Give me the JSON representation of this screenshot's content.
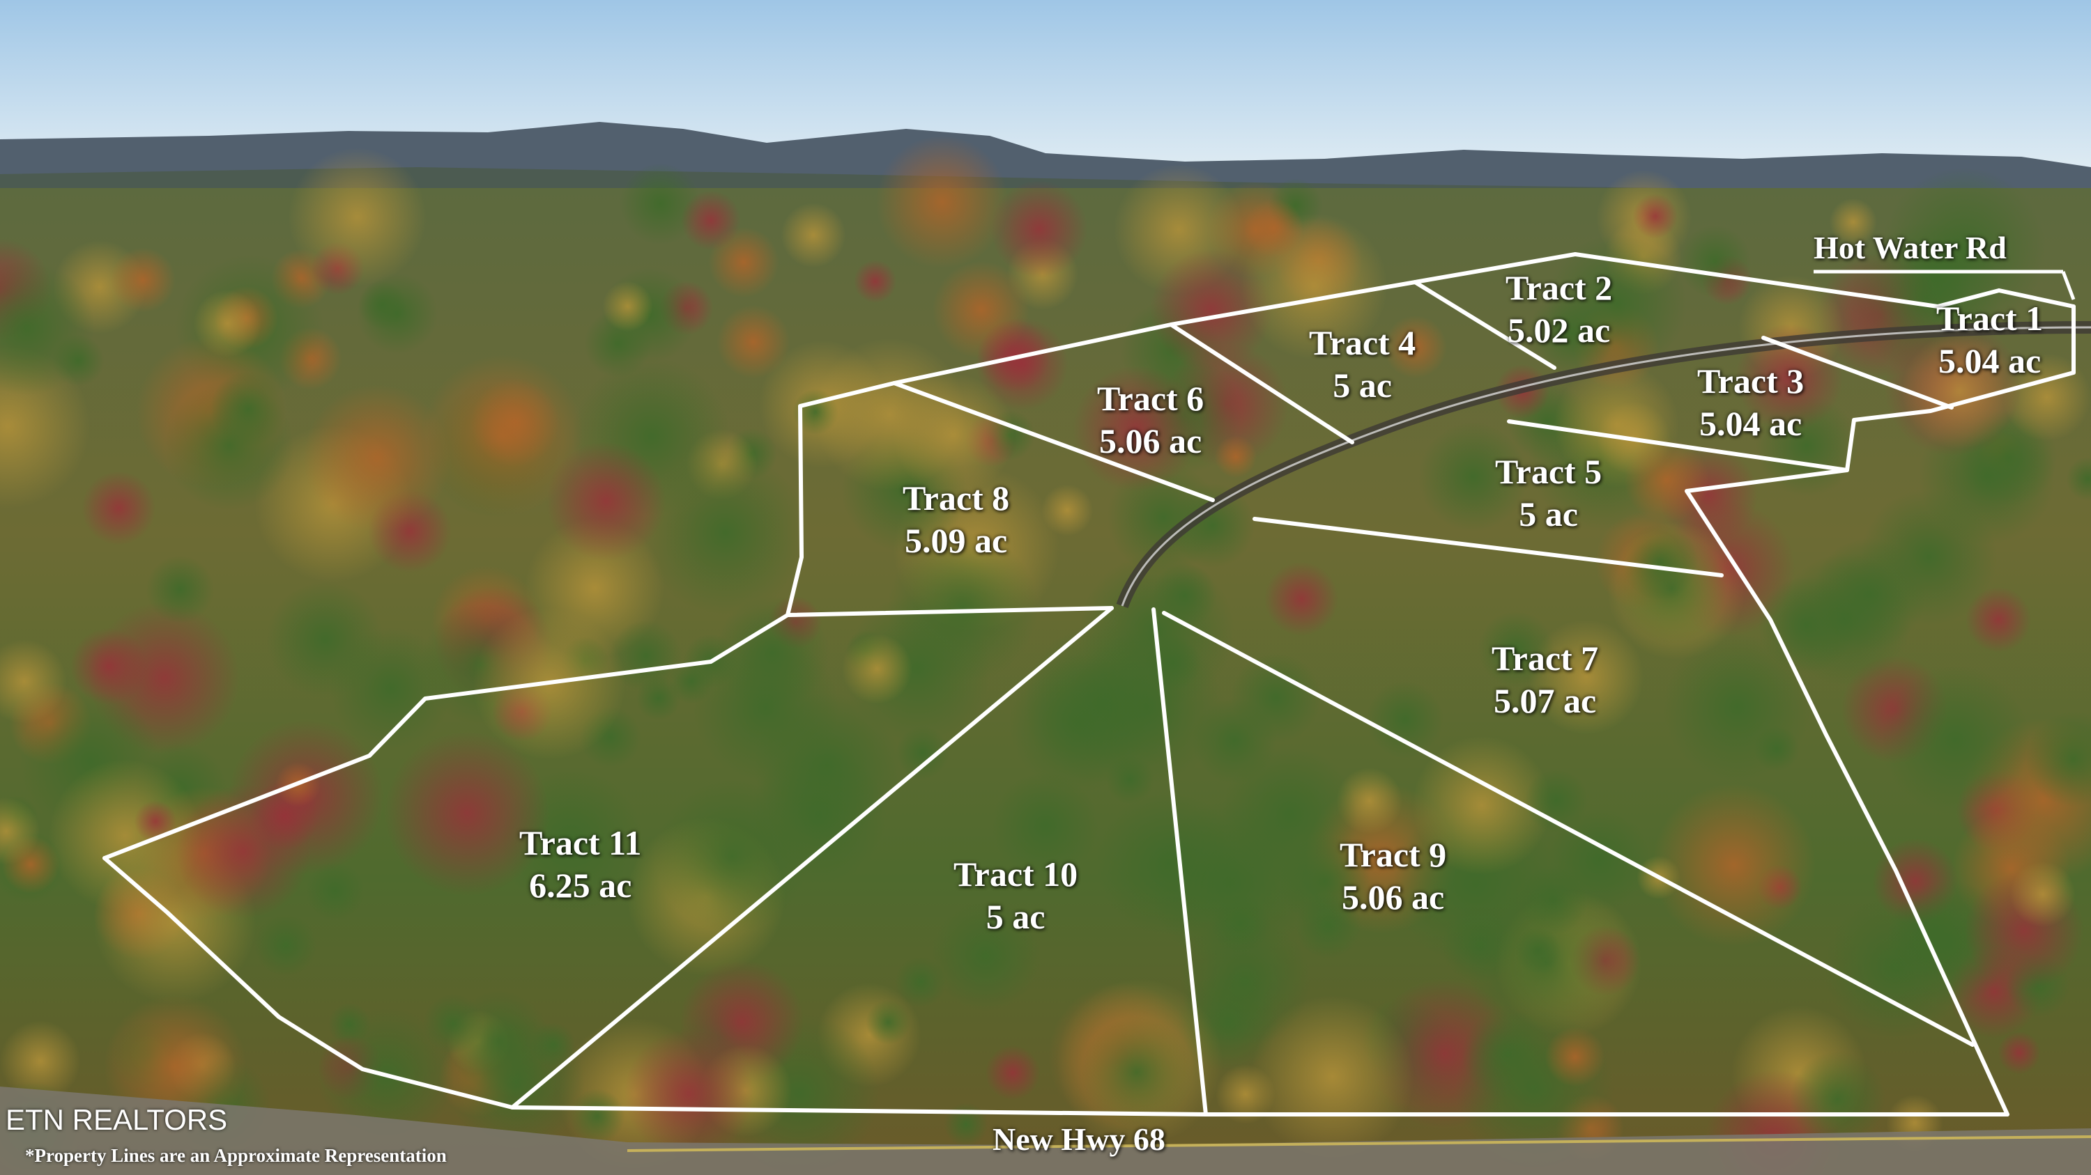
{
  "tracts": [
    {
      "name": "Tract 1",
      "area": "5.04 ac"
    },
    {
      "name": "Tract 2",
      "area": "5.02 ac"
    },
    {
      "name": "Tract 3",
      "area": "5.04 ac"
    },
    {
      "name": "Tract 4",
      "area": "5 ac"
    },
    {
      "name": "Tract 5",
      "area": "5 ac"
    },
    {
      "name": "Tract 6",
      "area": "5.06 ac"
    },
    {
      "name": "Tract 7",
      "area": "5.07 ac"
    },
    {
      "name": "Tract 8",
      "area": "5.09 ac"
    },
    {
      "name": "Tract 9",
      "area": "5.06 ac"
    },
    {
      "name": "Tract 10",
      "area": "5 ac"
    },
    {
      "name": "Tract 11",
      "area": "6.25 ac"
    }
  ],
  "roads": {
    "top": "Hot Water Rd",
    "bottom": "New Hwy 68"
  },
  "branding": {
    "company": "ETN REALTORS",
    "disclaimer": "*Property Lines are an Approximate Representation"
  },
  "colors": {
    "boundary_lines": "#ffffff",
    "sky": "#cfe3f2",
    "forest": "#5f7a36"
  }
}
